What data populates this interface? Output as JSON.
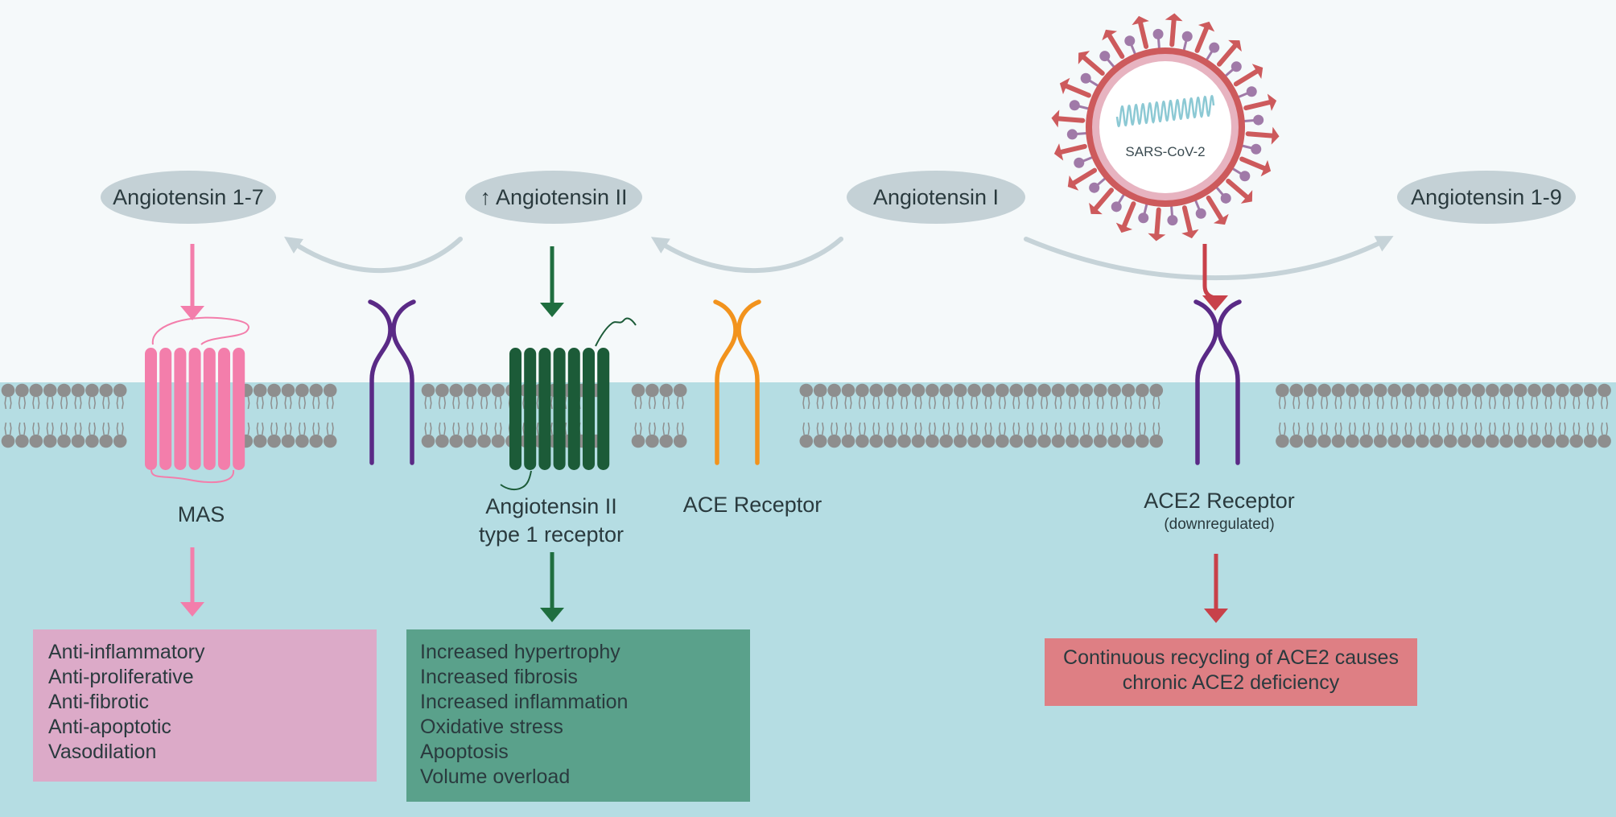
{
  "molecules": {
    "ang17": "Angiotensin 1-7",
    "ang2": "↑ Angiotensin II",
    "ang1": "Angiotensin I",
    "ang19": "Angiotensin 1-9"
  },
  "virus": {
    "label": "SARS-CoV-2"
  },
  "receptors": {
    "mas": "MAS",
    "at1_line1": "Angiotensin II",
    "at1_line2": "type 1 receptor",
    "ace": "ACE Receptor",
    "ace2": "ACE2 Receptor",
    "ace2_note": "(downregulated)"
  },
  "effects": {
    "mas": [
      "Anti-inflammatory",
      "Anti-proliferative",
      "Anti-fibrotic",
      "Anti-apoptotic",
      "Vasodilation"
    ],
    "at1": [
      "Increased hypertrophy",
      "Increased fibrosis",
      "Increased inflammation",
      "Oxidative stress",
      "Apoptosis",
      "Volume overload"
    ],
    "ace2_line1": "Continuous recycling of ACE2 causes",
    "ace2_line2": "chronic ACE2 deficiency"
  },
  "colors": {
    "background_top": "#f5f9fa",
    "cytoplasm": "#b5dde3",
    "membrane_head": "#8e8e8e",
    "ellipse": "#c4d1d6",
    "mas": "#f37eab",
    "mas_box": "#dcaac8",
    "at1": "#1c5b38",
    "at1_arrow": "#1f6e3f",
    "at1_box": "#5aa18b",
    "ace": "#f2931d",
    "ace2": "#5a2a86",
    "virus": "#cd5a5c",
    "virus_envelope": "#e7b3c0",
    "virus_spike_tip": "#a07aa8",
    "rna": "#8cc9d4",
    "ace2_arrow": "#c8414a",
    "ace2_box": "#de7f84",
    "pathway_arrow": "#c6d3d8"
  }
}
